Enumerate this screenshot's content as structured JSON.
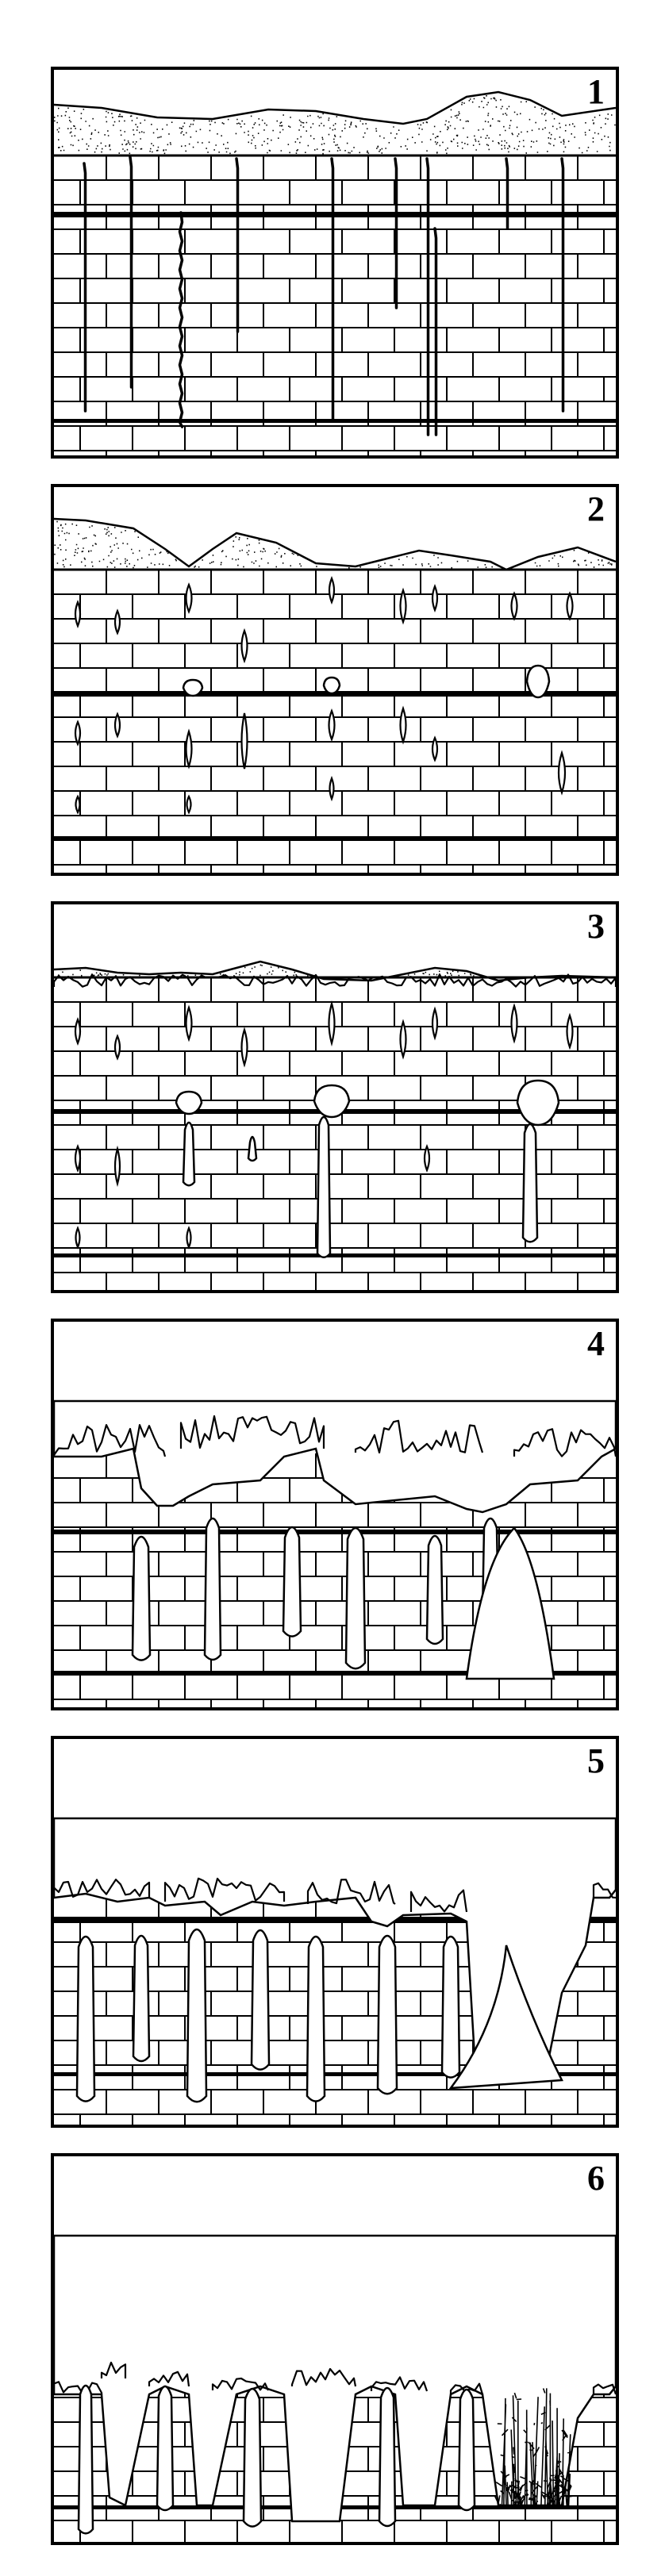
{
  "panels": [
    {
      "number": "1"
    },
    {
      "number": "2"
    },
    {
      "number": "3"
    },
    {
      "number": "4"
    },
    {
      "number": "5"
    },
    {
      "number": "6"
    }
  ],
  "colors": {
    "ink": "#000000",
    "paper": "#ffffff"
  }
}
